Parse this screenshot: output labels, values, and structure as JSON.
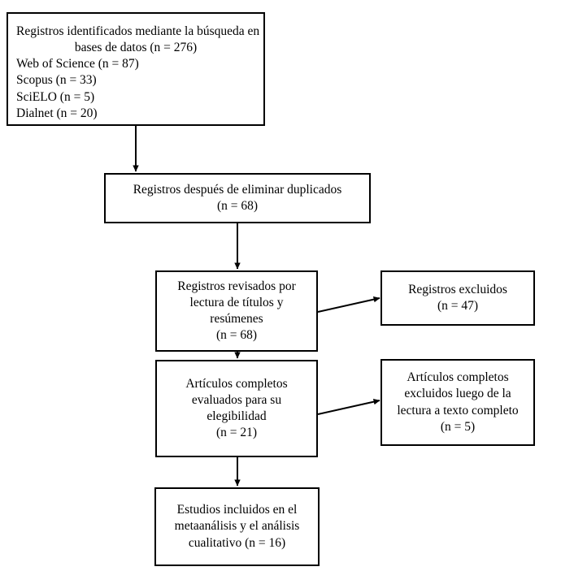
{
  "diagram": {
    "type": "prisma-flow-diagram",
    "language": "es",
    "colors": {
      "background": "#ffffff",
      "stroke": "#000000",
      "text": "#000000"
    },
    "boxes": {
      "identification": {
        "name": "Registros identificados mediante la busqueda en bases de datos",
        "header_lines": [
          "Registros identificados mediante la búsqueda en",
          "bases de datos (n = 276)"
        ],
        "databases": [
          "Web of Science (n = 87)",
          "Scopus (n = 33)",
          "SciELO (n = 5)",
          "Dialnet (n = 20)"
        ],
        "total_n": 276
      },
      "duplicates": {
        "lines": [
          "Registros después de eliminar duplicados",
          "(n = 68)"
        ],
        "n": 68
      },
      "screened": {
        "lines": [
          "Registros revisados por",
          "lectura de títulos y",
          "resúmenes",
          "(n = 68)"
        ],
        "n": 68
      },
      "records_excluded": {
        "lines": [
          "Registros excluidos",
          "(n = 47)"
        ],
        "n": 47
      },
      "eligibility": {
        "lines": [
          "Artículos completos",
          "evaluados para su",
          "elegibilidad",
          "(n = 21)"
        ],
        "n": 21
      },
      "fulltext_excluded": {
        "lines": [
          "Artículos completos",
          "excluidos luego de la",
          "lectura a texto completo",
          "(n = 5)"
        ],
        "n": 5
      },
      "included": {
        "lines": [
          "Estudios incluidos en el",
          "metaanálisis y el análisis",
          "cualitativo (n = 16)"
        ],
        "n": 16
      }
    },
    "connectors": [
      {
        "from": "identification",
        "to": "duplicates",
        "kind": "vertical-arrow"
      },
      {
        "from": "duplicates",
        "to": "screened",
        "kind": "vertical-arrow"
      },
      {
        "from": "screened",
        "to": "records_excluded",
        "kind": "diagonal-arrow"
      },
      {
        "from": "screened",
        "to": "eligibility",
        "kind": "vertical-arrow"
      },
      {
        "from": "eligibility",
        "to": "fulltext_excluded",
        "kind": "diagonal-arrow"
      },
      {
        "from": "eligibility",
        "to": "included",
        "kind": "vertical-arrow"
      }
    ]
  }
}
